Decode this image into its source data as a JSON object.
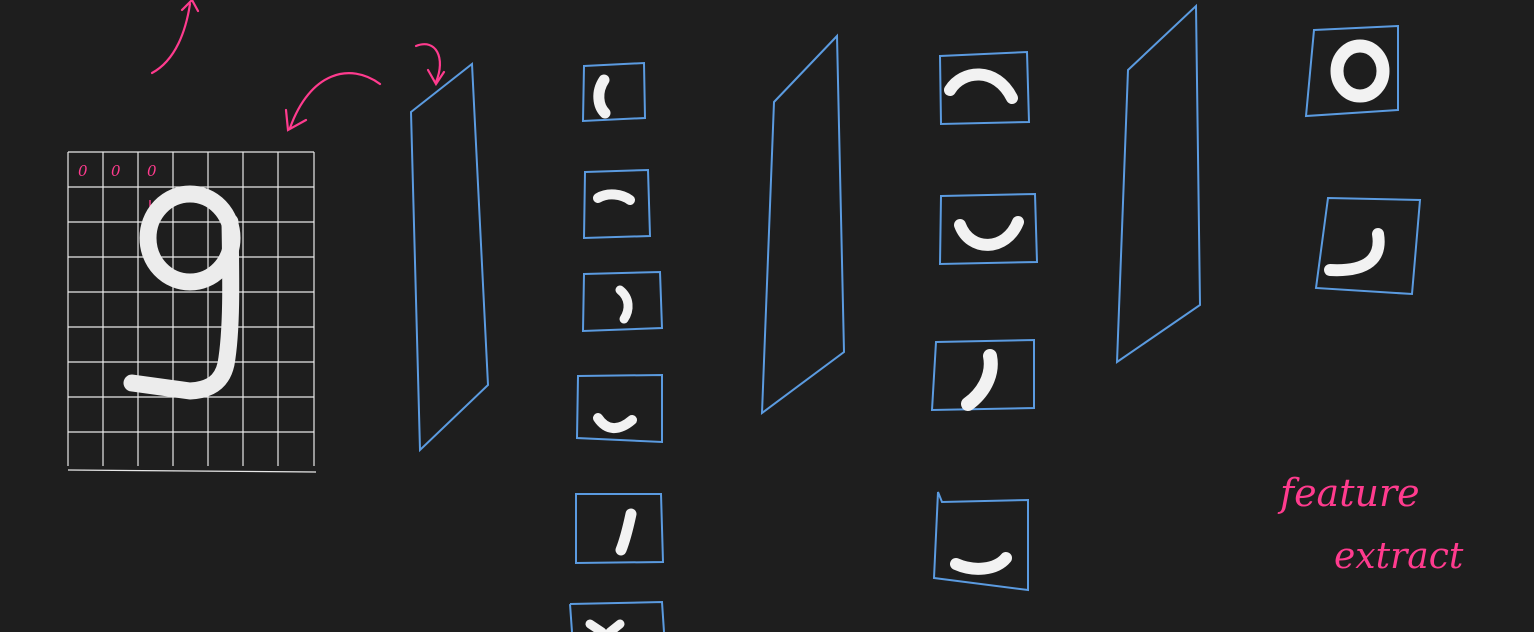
{
  "colors": {
    "background": "#1e1e1e",
    "grid": "#e8e8e8",
    "digit": "#ececec",
    "frame": "#5b9be0",
    "ink_pink": "#ff3b8e",
    "stroke_white": "#f2f2f2"
  },
  "input": {
    "digit": "9",
    "cell_values": [
      "0",
      "0",
      "0"
    ]
  },
  "annotation": {
    "line1": "feature",
    "line2": "extract"
  }
}
